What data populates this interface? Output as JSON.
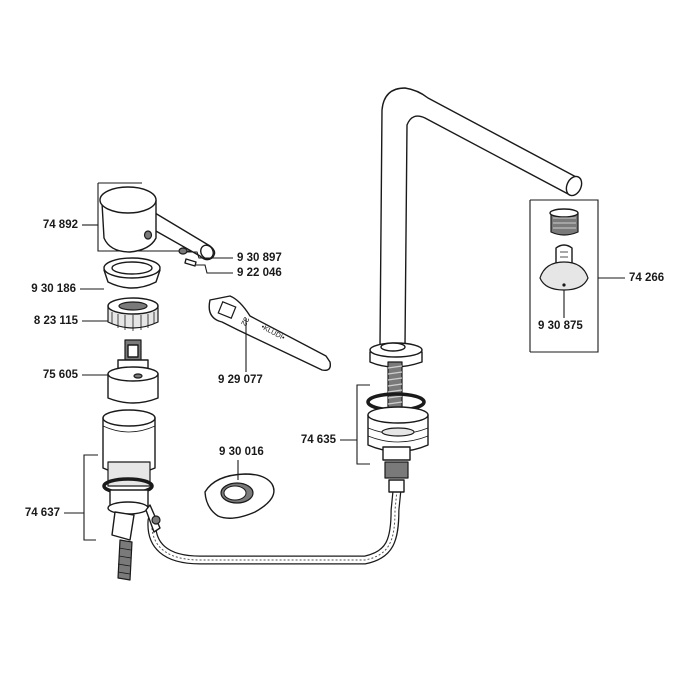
{
  "labels": {
    "handle": "74 892",
    "grub_screw": "9 30 897",
    "screw": "9 22 046",
    "cover_ring": "9 30 186",
    "nut": "8 23 115",
    "cartridge": "75 605",
    "tool": "9 29 077",
    "seal_plate": "9 30 016",
    "body_set": "74 637",
    "spout_set": "74 635",
    "aerator_set": "74 266",
    "aerator_key": "9 30 875"
  },
  "tool_text": "•KLUDI•",
  "tool_number": "32"
}
